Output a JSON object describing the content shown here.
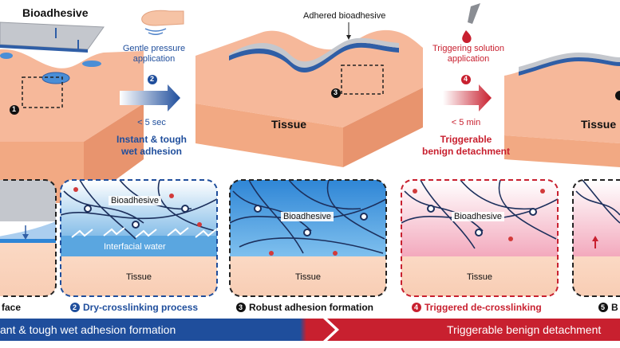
{
  "top": {
    "bioadhesive_label": "Bioadhesive",
    "gentle_pressure_line1": "Gentle pressure",
    "gentle_pressure_line2": "application",
    "step2_num": "2",
    "time_fast": "< 5 sec",
    "instant_line1": "Instant & tough",
    "instant_line2": "wet adhesion",
    "step1_num": "1",
    "step3_num": "3",
    "adhered_label": "Adhered bioadhesive",
    "tissue_label_1": "Tissue",
    "triggering_line1": "Triggering solution",
    "triggering_line2": "application",
    "step4_num": "4",
    "time_slow": "< 5 min",
    "triggerable_line1": "Triggerable",
    "triggerable_line2": "benign detachment",
    "tissue_label_2": "Tissue"
  },
  "panels": {
    "p2_bioadhesive": "Bioadhesive",
    "p2_water": "Interfacial water",
    "p2_tissue": "Tissue",
    "p3_bioadhesive": "Bioadhesive",
    "p3_tissue": "Tissue",
    "p4_bioadhesive": "Bioadhesive",
    "p4_tissue": "Tissue"
  },
  "captions": {
    "c1": "face",
    "c2_num": "2",
    "c2": "Dry-crosslinking process",
    "c3_num": "3",
    "c3": "Robust adhesion formation",
    "c4_num": "4",
    "c4": "Triggered de-crosslinking",
    "c5_num": "5",
    "c5": "B"
  },
  "bottom_bar": {
    "left_text": "ant & tough wet adhesion formation",
    "right_text": "Triggerable benign detachment"
  },
  "colors": {
    "blue": "#1f4e9c",
    "red": "#c8202f",
    "skin": "#f6b89a",
    "skin_side": "#eda07c",
    "gel": "#b5b8bf"
  }
}
